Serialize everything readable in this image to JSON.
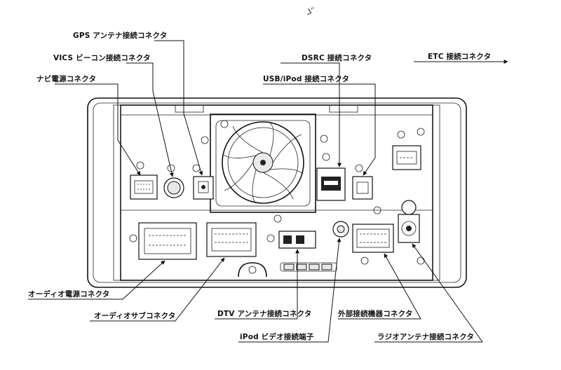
{
  "page_mark": "ゞ",
  "labels": {
    "gps": "GPS アンテナ接続コネクタ",
    "vics": "VICS ビーコン接続コネクタ",
    "navi_power": "ナビ電源コネクタ",
    "dsrc": "DSRC 接続コネクタ",
    "usb_ipod": "USB/iPod 接続コネクタ",
    "etc": "ETC 接続コネクタ",
    "audio_power": "オーディオ電源コネクタ",
    "audio_sub": "オーディオサブコネクタ",
    "dtv": "DTV アンテナ接続コネクタ",
    "external": "外部接続機器コネクタ",
    "ipod_video": "iPod ビデオ接続端子",
    "radio": "ラジオアンテナ接続コネクタ"
  }
}
